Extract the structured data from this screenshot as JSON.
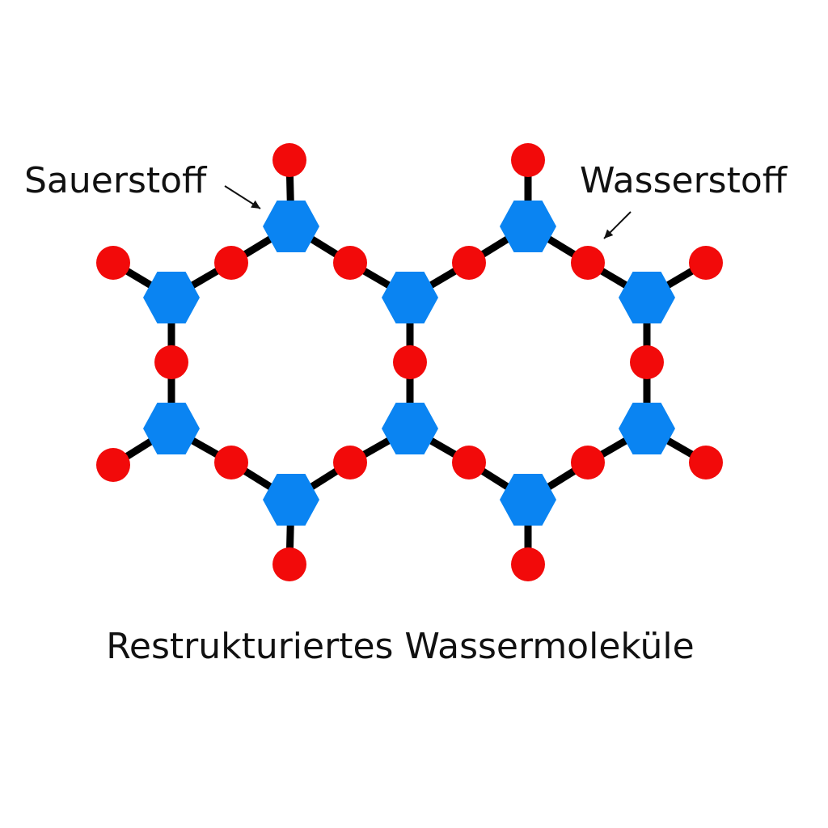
{
  "labels": {
    "oxygen": "Sauerstoff",
    "hydrogen": "Wasserstoff"
  },
  "title": "Restrukturiertes Wassermoleküle",
  "colors": {
    "oxygen_atom": "#0a84f2",
    "hydrogen_atom": "#f20a0a",
    "bond": "#000000"
  }
}
